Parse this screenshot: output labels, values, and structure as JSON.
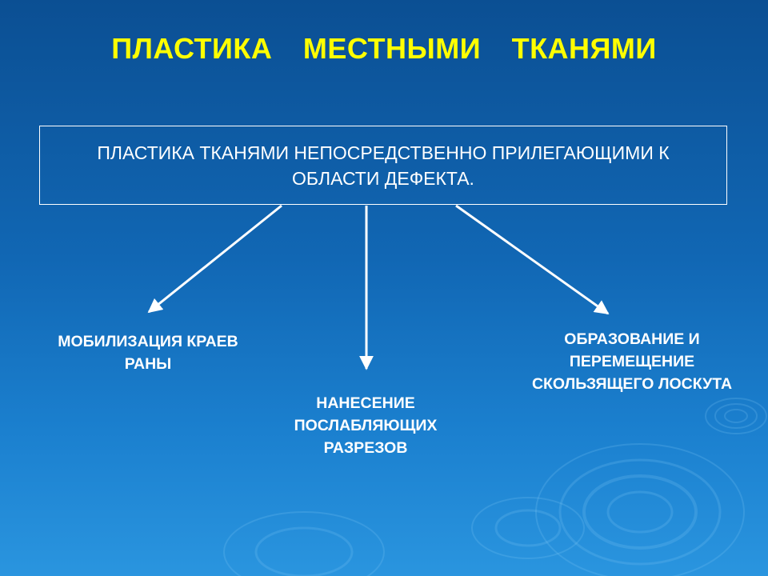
{
  "title": "ПЛАСТИКА МЕСТНЫМИ ТКАНЯМИ",
  "main_box": {
    "line1": "ПЛАСТИКА ТКАНЯМИ НЕПОСРЕДСТВЕННО ПРИЛЕГАЮЩИМИ К",
    "line2": "ОБЛАСТИ ДЕФЕКТА."
  },
  "branches": [
    {
      "lines": [
        "МОБИЛИЗАЦИЯ КРАЕВ",
        "РАНЫ"
      ]
    },
    {
      "lines": [
        "НАНЕСЕНИЕ",
        "ПОСЛАБЛЯЮЩИХ",
        "РАЗРЕЗОВ"
      ]
    },
    {
      "lines": [
        "ОБРАЗОВАНИЕ И",
        "ПЕРЕМЕЩЕНИЕ",
        "СКОЛЬЗЯЩЕГО ЛОСКУТА"
      ]
    }
  ],
  "colors": {
    "title": "#ffff00",
    "text": "#ffffff",
    "background": "#1167b4"
  }
}
